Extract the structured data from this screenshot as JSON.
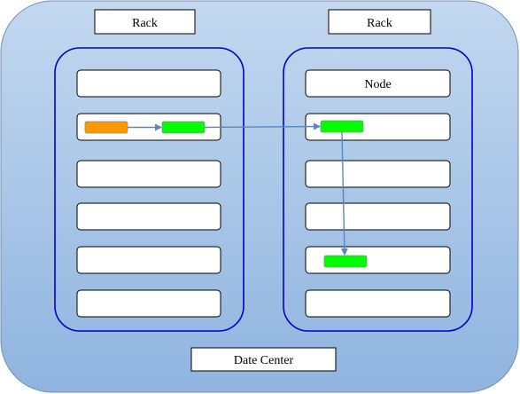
{
  "datacenter": {
    "label": "Date Center",
    "fill_top": "#c3d8f0",
    "fill_bottom": "#8fb4df",
    "stroke": "#6f8fb8"
  },
  "racks": [
    {
      "label": "Rack",
      "nodes": [
        {
          "label": ""
        },
        {
          "label": "",
          "blocks": [
            {
              "color": "#ff9900"
            },
            {
              "color": "#00ff00"
            }
          ]
        },
        {
          "label": ""
        },
        {
          "label": ""
        },
        {
          "label": ""
        },
        {
          "label": ""
        }
      ]
    },
    {
      "label": "Rack",
      "nodes": [
        {
          "label": "Node"
        },
        {
          "label": "",
          "blocks": [
            {
              "color": "#00ff00"
            }
          ]
        },
        {
          "label": ""
        },
        {
          "label": ""
        },
        {
          "label": "",
          "blocks": [
            {
              "color": "#00ff00"
            }
          ]
        },
        {
          "label": ""
        }
      ]
    }
  ],
  "colors": {
    "rack_outline": "#0000cc",
    "arrow": "#5b87c0",
    "node_fill": "#ffffff",
    "node_stroke": "#000000"
  }
}
